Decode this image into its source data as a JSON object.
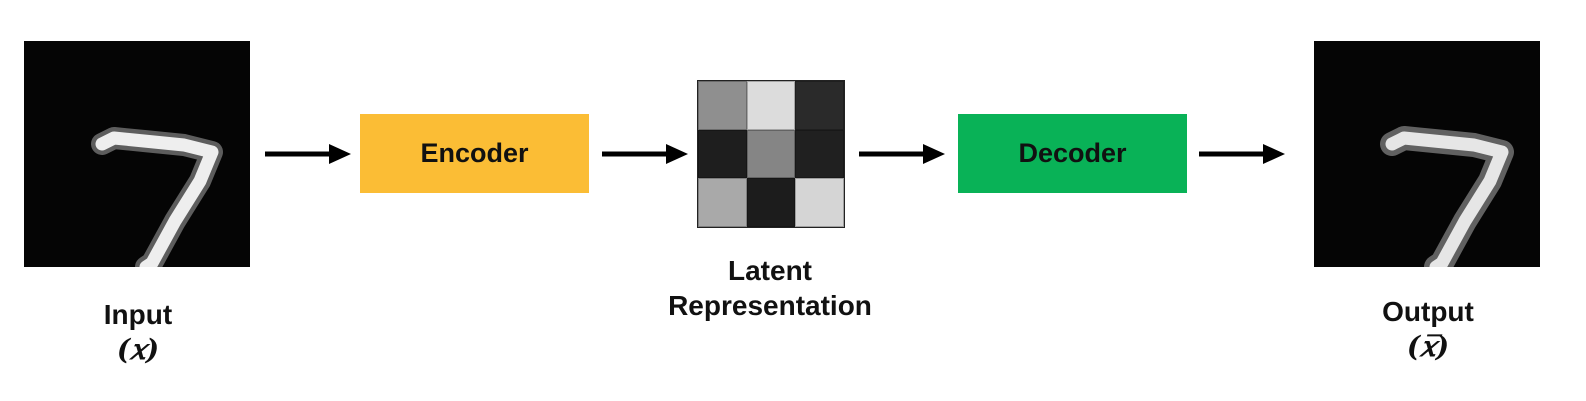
{
  "nodes": {
    "input": {
      "title": "Input",
      "symbol": "(𝑥)"
    },
    "encoder": {
      "label": "Encoder",
      "color": "#fbbd35"
    },
    "latent": {
      "line1": "Latent",
      "line2": "Representation",
      "cells": [
        "#8f8f8f",
        "#dcdcdc",
        "#2a2a2a",
        "#1e1e1e",
        "#858585",
        "#202020",
        "#a9a9a9",
        "#1c1c1c",
        "#d5d5d5"
      ]
    },
    "decoder": {
      "label": "Decoder",
      "color": "#09b257"
    },
    "output": {
      "title": "Output",
      "symbol": "(𝑥̅)"
    }
  },
  "digit": {
    "glyph": "seven",
    "stroke_color": "#e8e8e8",
    "background": "#050505"
  },
  "arrow_color": "#000000"
}
